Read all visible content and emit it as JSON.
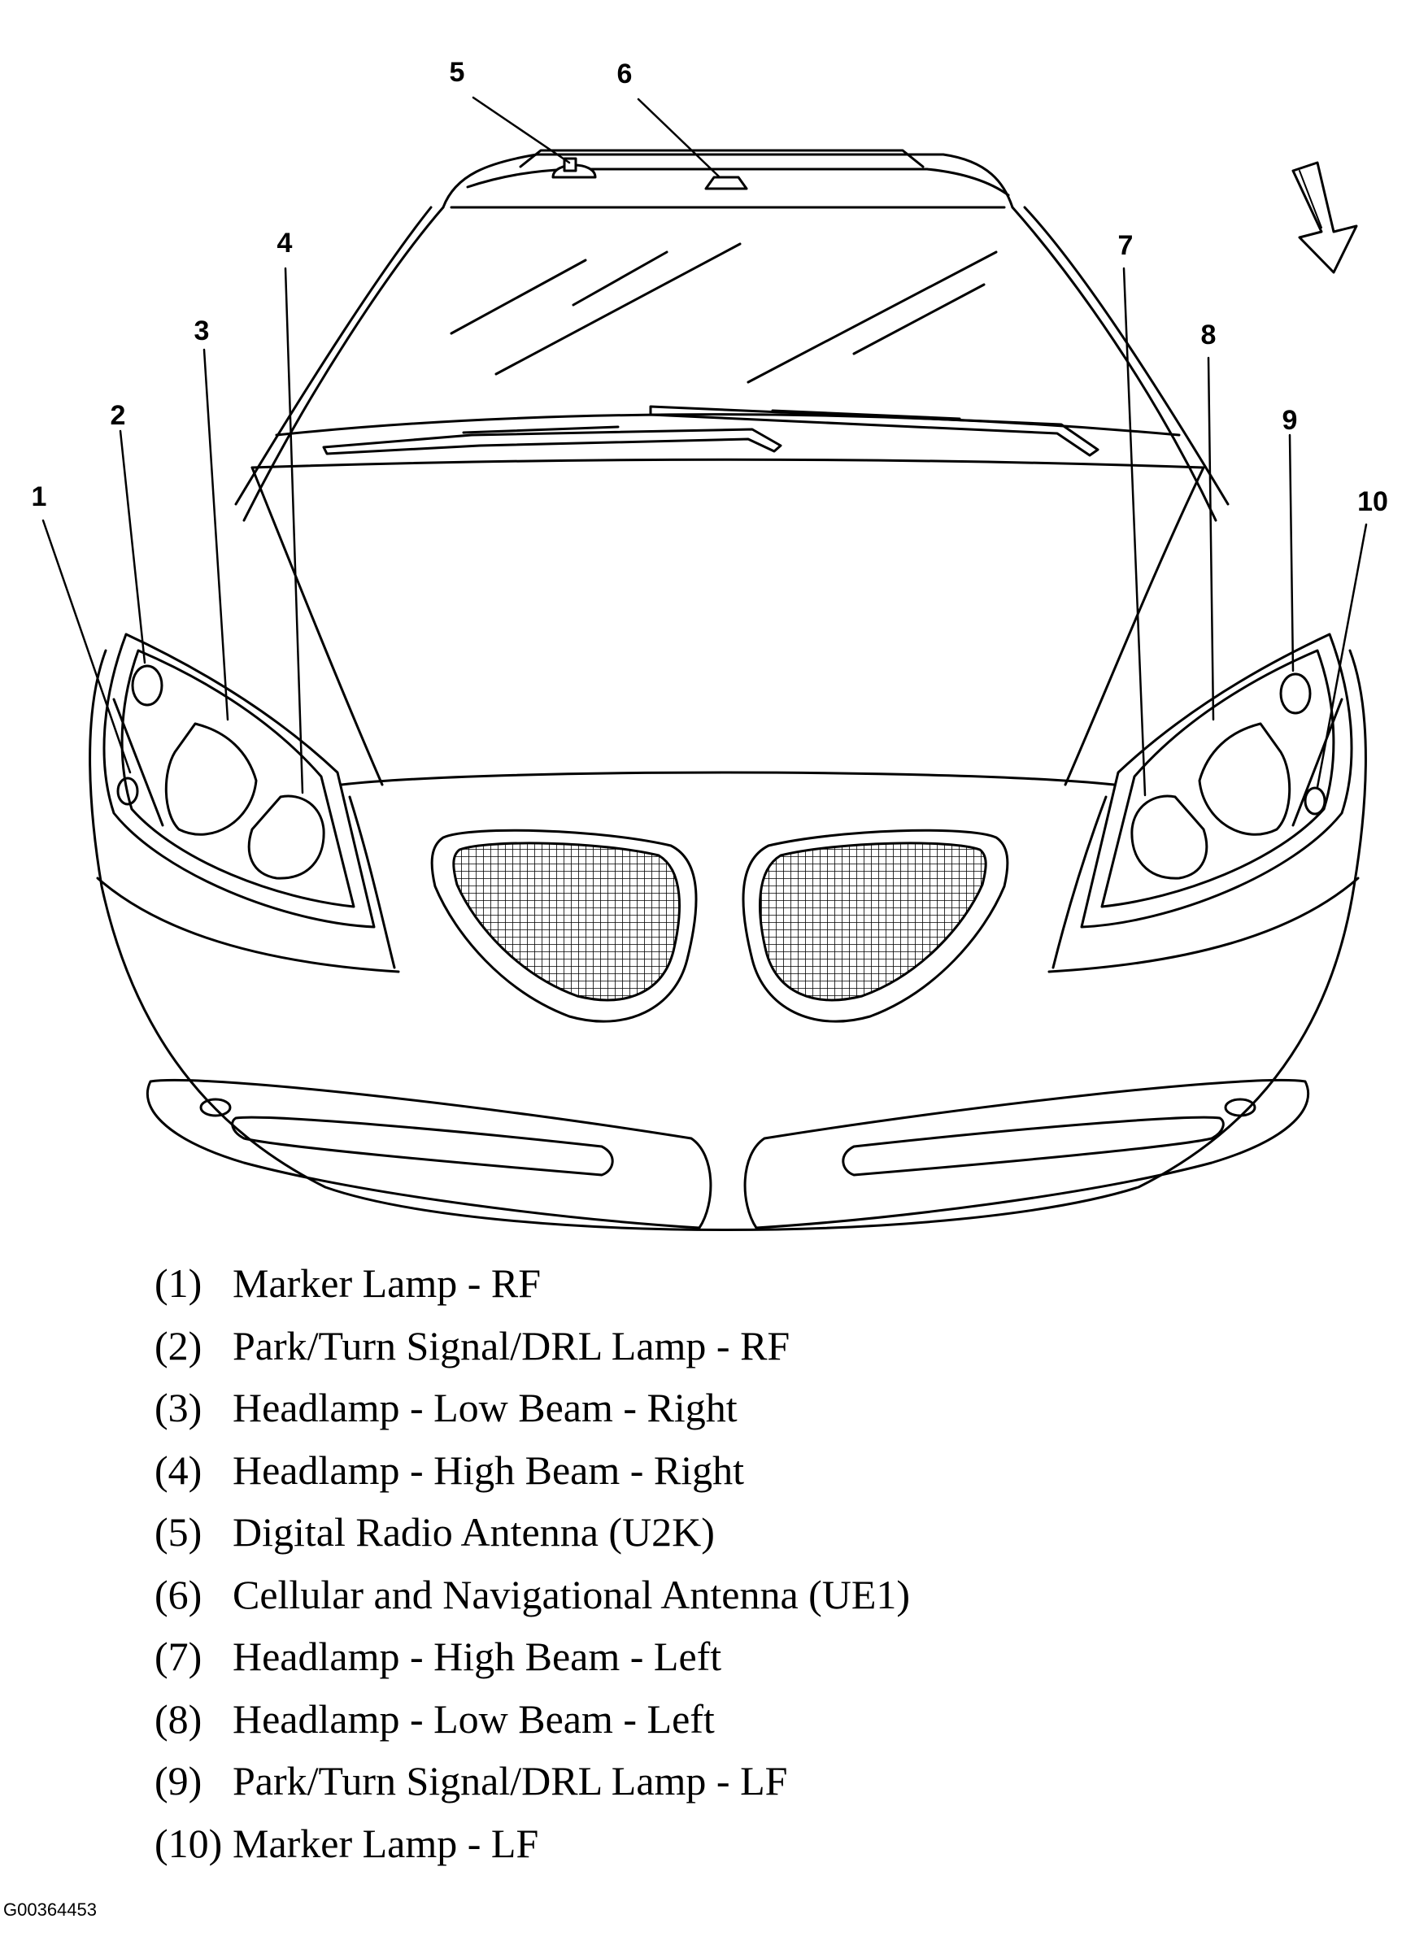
{
  "callouts": [
    "1",
    "2",
    "3",
    "4",
    "5",
    "6",
    "7",
    "8",
    "9",
    "10"
  ],
  "legend": [
    {
      "num": "(1)",
      "text": "Marker Lamp - RF"
    },
    {
      "num": "(2)",
      "text": "Park/Turn Signal/DRL Lamp - RF"
    },
    {
      "num": "(3)",
      "text": "Headlamp - Low Beam - Right"
    },
    {
      "num": "(4)",
      "text": "Headlamp - High Beam - Right"
    },
    {
      "num": "(5)",
      "text": "Digital Radio Antenna (U2K)"
    },
    {
      "num": "(6)",
      "text": "Cellular and Navigational Antenna (UE1)"
    },
    {
      "num": "(7)",
      "text": "Headlamp - High Beam - Left"
    },
    {
      "num": "(8)",
      "text": "Headlamp - Low Beam - Left"
    },
    {
      "num": "(9)",
      "text": "Park/Turn Signal/DRL Lamp - LF"
    },
    {
      "num": "(10)",
      "text": "Marker Lamp - LF"
    }
  ],
  "figure_id": "G00364453",
  "colors": {
    "ink": "#000000",
    "background": "#ffffff"
  },
  "icons": {
    "direction": "front-direction-arrow-icon"
  }
}
